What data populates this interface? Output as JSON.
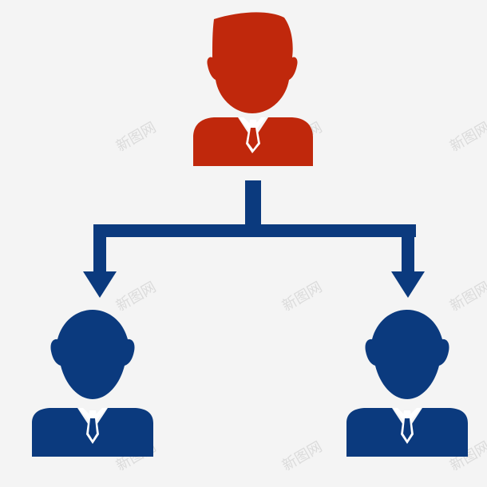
{
  "diagram": {
    "type": "org-hierarchy",
    "manager": {
      "role": "manager",
      "color": "#c0280c"
    },
    "subordinates": [
      {
        "role": "subordinate-left",
        "color": "#0b3a7e"
      },
      {
        "role": "subordinate-right",
        "color": "#0b3a7e"
      }
    ],
    "connector_color": "#0b3a7e",
    "background": "#f4f4f4"
  },
  "watermark": {
    "text": "新图网"
  }
}
